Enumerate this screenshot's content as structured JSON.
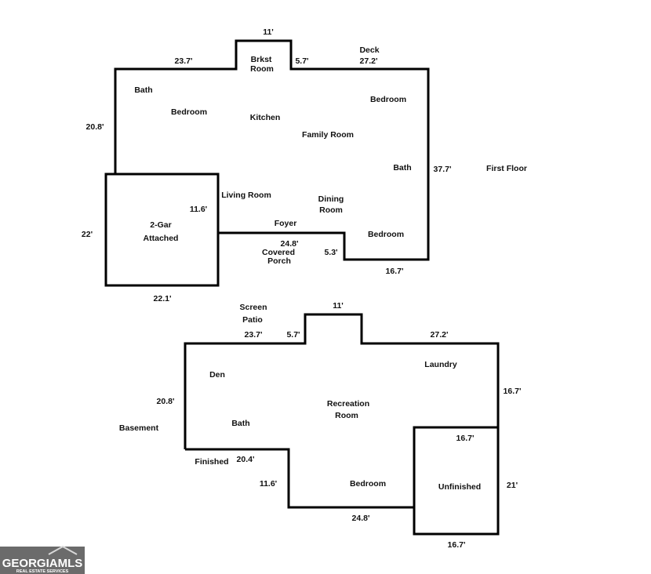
{
  "first_floor": {
    "heading": "First Floor",
    "rooms": {
      "bath_left": "Bath",
      "bedroom_left": "Bedroom",
      "kitchen": "Kitchen",
      "brkst_room": [
        "Brkst",
        "Room"
      ],
      "deck": "Deck",
      "bedroom_right": "Bedroom",
      "family_room": "Family Room",
      "bath_right": "Bath",
      "living_room": "Living Room",
      "dining_room": [
        "Dining",
        "Room"
      ],
      "foyer": "Foyer",
      "bedroom_bottom": "Bedroom",
      "covered_porch": [
        "Covered",
        "Porch"
      ],
      "garage": [
        "2-Gar",
        "Attached"
      ]
    },
    "dimensions": {
      "top_brkst_width": "11'",
      "top_left": "23.7'",
      "brkst_right": "5.7'",
      "deck_width": "27.2'",
      "left_side": "20.8'",
      "right_side": "37.7'",
      "garage_inner": "11.6'",
      "garage_side": "22'",
      "porch_width": "24.8'",
      "porch_depth": "5.3'",
      "bottom_right": "16.7'",
      "garage_bottom": "22.1'"
    }
  },
  "basement": {
    "heading": "Basement",
    "rooms": {
      "screen_patio": [
        "Screen",
        "Patio"
      ],
      "den": "Den",
      "laundry": "Laundry",
      "recreation_room": [
        "Recreation",
        "Room"
      ],
      "bath": "Bath",
      "finished": "Finished",
      "bedroom": "Bedroom",
      "unfinished": "Unfinished"
    },
    "dimensions": {
      "top_bump_width": "11'",
      "top_left": "23.7'",
      "bump_left": "5.7'",
      "top_right": "27.2'",
      "left_side": "20.8'",
      "right_upper": "16.7'",
      "unfinished_top": "16.7'",
      "finished_width": "20.4'",
      "step_side": "11.6'",
      "unfinished_side": "21'",
      "bottom_mid": "24.8'",
      "unfinished_bottom": "16.7'"
    }
  },
  "logo": {
    "name": "GEORGIAMLS",
    "tagline": "REAL ESTATE SERVICES"
  }
}
